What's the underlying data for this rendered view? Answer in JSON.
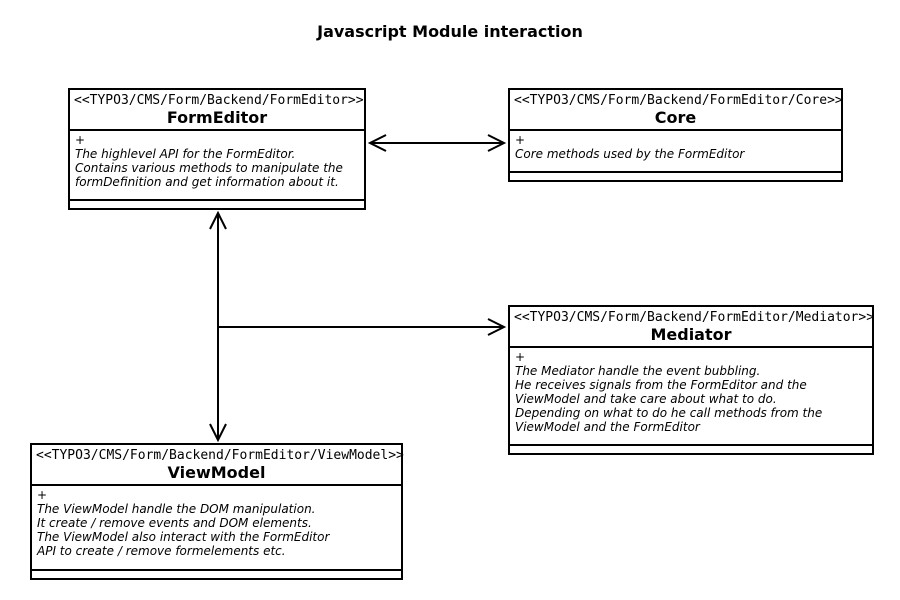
{
  "title": "Javascript Module interaction",
  "nodes": {
    "formeditor": {
      "stereotype": "<<TYPO3/CMS/Form/Backend/FormEditor>>",
      "name": "FormEditor",
      "visibility": "+",
      "description": "The highlevel API for the FormEditor.\nContains various methods to manipulate the\nformDefinition and get information about it."
    },
    "core": {
      "stereotype": "<<TYPO3/CMS/Form/Backend/FormEditor/Core>>",
      "name": "Core",
      "visibility": "+",
      "description": "Core methods used by the FormEditor"
    },
    "mediator": {
      "stereotype": "<<TYPO3/CMS/Form/Backend/FormEditor/Mediator>>",
      "name": "Mediator",
      "visibility": "+",
      "description": "The Mediator handle the event bubbling.\nHe receives signals from the FormEditor and the\nViewModel and take care about what to do.\nDepending on what to do he call methods from the\nViewModel and the FormEditor"
    },
    "viewmodel": {
      "stereotype": "<<TYPO3/CMS/Form/Backend/FormEditor/ViewModel>>",
      "name": "ViewModel",
      "visibility": "+",
      "description": "The ViewModel handle the DOM manipulation.\nIt create / remove events and DOM elements.\nThe ViewModel also interact with the FormEditor\nAPI to create / remove formelements etc."
    }
  },
  "arrows": {
    "formeditor_core": {
      "from": "FormEditor",
      "to": "Core",
      "type": "bidirectional"
    },
    "formeditor_viewmodel": {
      "from": "FormEditor",
      "to": "ViewModel",
      "type": "bidirectional"
    },
    "to_mediator": {
      "from": "FormEditor/ViewModel link",
      "to": "Mediator",
      "type": "directed"
    }
  },
  "colors": {
    "line": "#000000",
    "background": "#ffffff",
    "text": "#000000"
  }
}
